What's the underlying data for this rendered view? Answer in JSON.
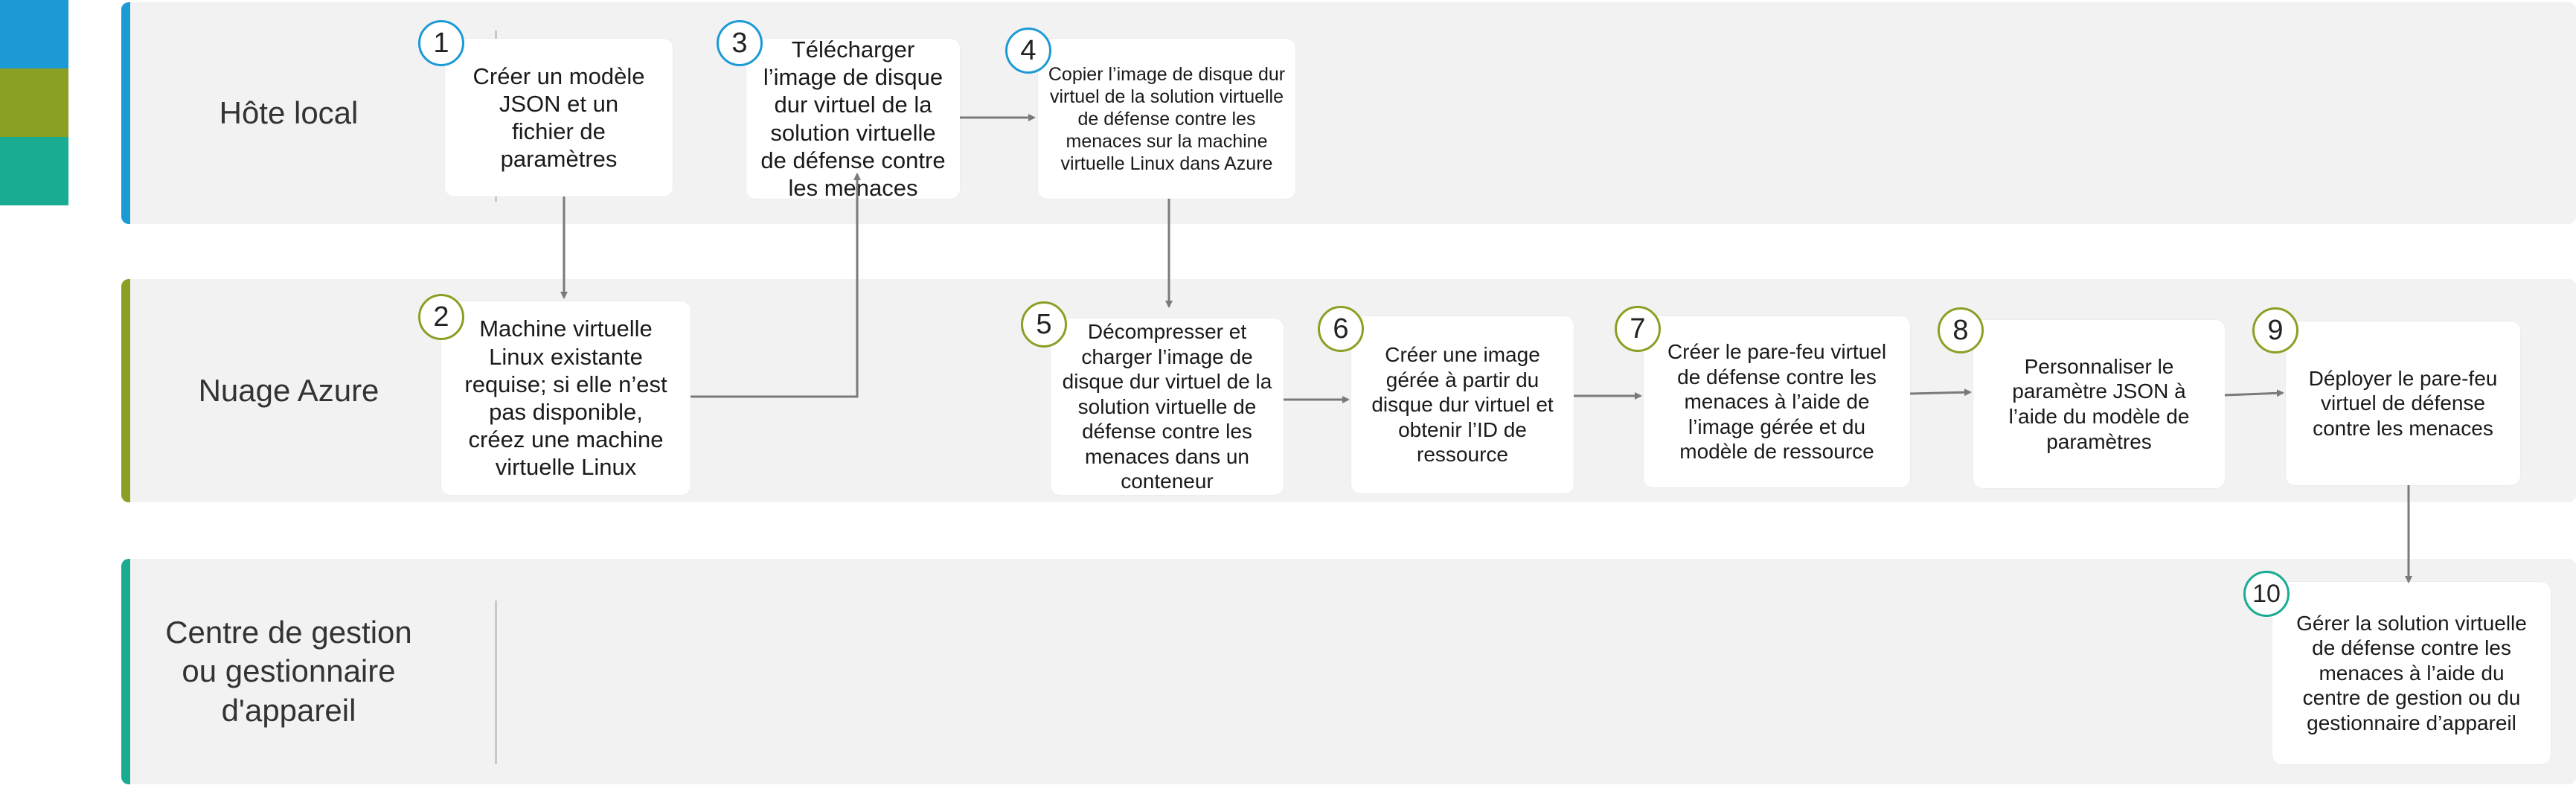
{
  "colors": {
    "lane_local": "#1b9ad6",
    "lane_azure": "#8aa024",
    "lane_manager": "#1aab93",
    "lane_bg": "#f2f2f2",
    "arrow": "#7a7a7a"
  },
  "lanes": {
    "local": "Hôte local",
    "azure": "Nuage Azure",
    "manager": "Centre de gestion ou gestionnaire d'appareil"
  },
  "steps": [
    {
      "num": "1",
      "text": "Créer un modèle JSON et un fichier de paramètres"
    },
    {
      "num": "2",
      "text": "Machine virtuelle Linux existante requise; si elle n’est pas disponible, créez une machine virtuelle Linux"
    },
    {
      "num": "3",
      "text": "Télécharger l’image de disque dur virtuel de la solution virtuelle de défense contre les menaces"
    },
    {
      "num": "4",
      "text": "Copier l’image de disque dur virtuel de la solution virtuelle de défense contre les menaces sur la machine virtuelle Linux dans Azure"
    },
    {
      "num": "5",
      "text": "Décompresser et charger l’image de disque dur virtuel de la solution virtuelle de défense contre les menaces dans un conteneur"
    },
    {
      "num": "6",
      "text": "Créer une image gérée à partir du disque dur virtuel et obtenir l’ID de ressource"
    },
    {
      "num": "7",
      "text": "Créer le pare-feu virtuel de défense contre les menaces à l’aide de l’image gérée et du modèle de ressource"
    },
    {
      "num": "8",
      "text": "Personnaliser le paramètre JSON à l’aide du modèle de paramètres"
    },
    {
      "num": "9",
      "text": "Déployer le pare-feu virtuel de défense contre les menaces"
    },
    {
      "num": "10",
      "text": "Gérer la solution virtuelle de défense contre les menaces à l’aide du centre de gestion ou du gestionnaire d’appareil"
    }
  ]
}
